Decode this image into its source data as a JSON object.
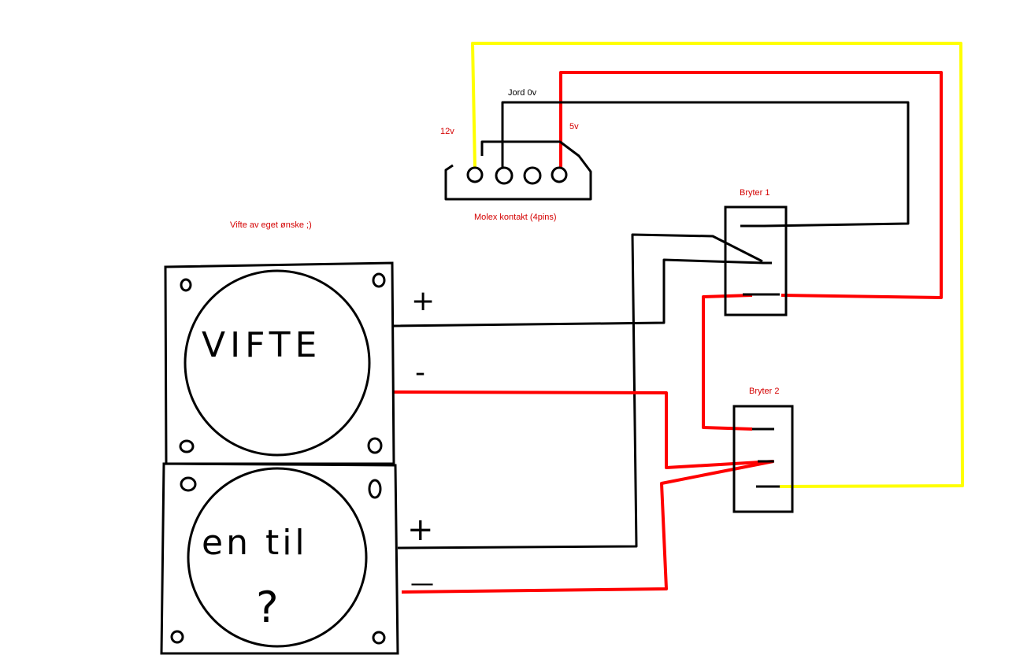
{
  "colors": {
    "black": "#000000",
    "red": "#ff0000",
    "yellow": "#ffff00",
    "label_red": "#d40000"
  },
  "molex": {
    "title": "Molex kontakt (4pins)",
    "label_12v": "12v",
    "label_ground": "Jord 0v",
    "label_5v": "5v"
  },
  "fan_note": "Vifte av eget ønske ;)",
  "fan1": {
    "label": "VIFTE",
    "plus": "+",
    "minus": "-"
  },
  "fan2": {
    "label": "en til",
    "question": "?",
    "plus": "+",
    "minus": "—"
  },
  "switch1": {
    "label": "Bryter 1"
  },
  "switch2": {
    "label": "Bryter 2"
  }
}
